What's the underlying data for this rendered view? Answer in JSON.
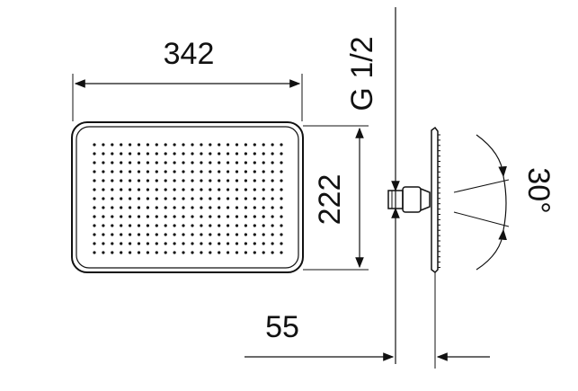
{
  "drawing": {
    "width_label": "342",
    "height_label": "222",
    "depth_label": "55",
    "thread_label": "G 1/2",
    "angle_label": "30°"
  },
  "nozzle_grid": {
    "rows": 13,
    "cols": 22
  },
  "colors": {
    "line": "#111111",
    "background": "#ffffff"
  }
}
